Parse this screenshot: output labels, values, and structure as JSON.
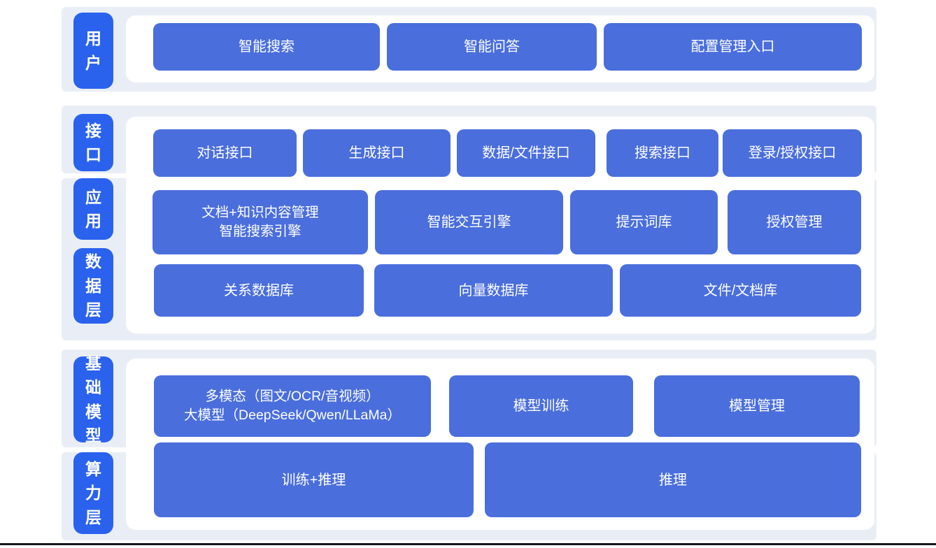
{
  "side_labels": {
    "user": "用户",
    "interface": "接口",
    "application": "应用",
    "data_layer": "数据层",
    "foundation_model": "基础模型",
    "compute_layer": "算力层"
  },
  "rows": {
    "user": [
      "智能搜索",
      "智能问答",
      "配置管理入口"
    ],
    "interface": [
      "对话接口",
      "生成接口",
      "数据/文件接口",
      "搜索接口",
      "登录/授权接口"
    ],
    "application": [
      "文档+知识内容管理\n智能搜索引擎",
      "智能交互引擎",
      "提示词库",
      "授权管理"
    ],
    "data": [
      "关系数据库",
      "向量数据库",
      "文件/文档库"
    ],
    "model": [
      "多模态（图文/OCR/音视频）\n大模型（DeepSeek/Qwen/LLaMa）",
      "模型训练",
      "模型管理"
    ],
    "compute": [
      "训练+推理",
      "推理"
    ]
  },
  "colors": {
    "side_label_blue": "#2a62ee",
    "box_blue": "#4a6edc",
    "strip_background": "#e9eef6",
    "panel_background": "#ffffff",
    "text_white": "#ffffff",
    "bottom_line": "#14171c"
  }
}
